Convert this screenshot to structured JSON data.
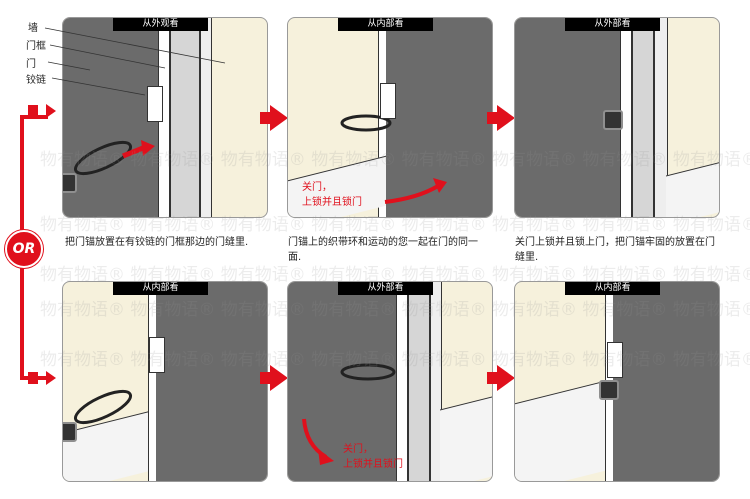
{
  "panels_row1": [
    {
      "view": "从外观看"
    },
    {
      "view": "从内部看",
      "overlay": [
        "关门，",
        "上锁并且锁门"
      ]
    },
    {
      "view": "从外部看"
    }
  ],
  "panels_row2": [
    {
      "view": "从内部看"
    },
    {
      "view": "从外部看",
      "overlay": [
        "关门，",
        "上锁并且锁门"
      ]
    },
    {
      "view": "从内部看"
    }
  ],
  "labels": [
    "墙",
    "门框",
    "门",
    "铰链"
  ],
  "captions": [
    "把门锚放置在有铰链的门框那边的门缝里.",
    "门锚上的织带环和运动的您一起在门的同一面.",
    "关门上锁并且锁上门，把门锚牢固的放置在门缝里."
  ],
  "or_badge": "OR",
  "watermark": "物有物语®",
  "colors": {
    "accent": "#e0101c",
    "door": "#6b6b6b",
    "wall": "#f6f1dc"
  }
}
